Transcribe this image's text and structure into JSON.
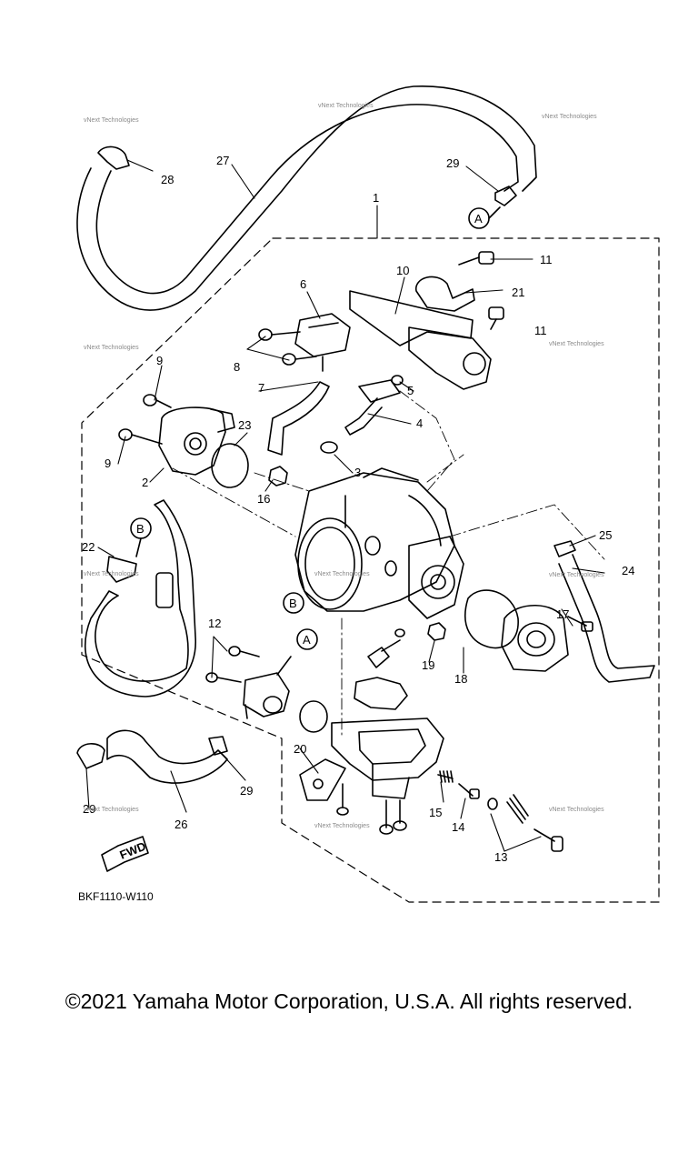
{
  "diagram": {
    "callouts": [
      "1",
      "2",
      "3",
      "4",
      "5",
      "6",
      "7",
      "8",
      "9",
      "9",
      "10",
      "11",
      "11",
      "12",
      "13",
      "14",
      "15",
      "16",
      "17",
      "18",
      "19",
      "20",
      "21",
      "22",
      "23",
      "24",
      "25",
      "26",
      "27",
      "28",
      "29",
      "29",
      "29"
    ],
    "circle_refs": [
      "A",
      "A",
      "B",
      "B"
    ],
    "watermark": "vNext Technologies",
    "fwd_label": "FWD",
    "diagram_code": "BKF1110-W110"
  },
  "footer": {
    "copyright": "©2021 Yamaha Motor Corporation, U.S.A. All rights reserved."
  },
  "colors": {
    "line": "#000000",
    "background": "#ffffff",
    "watermark": "#8a8a8a"
  }
}
